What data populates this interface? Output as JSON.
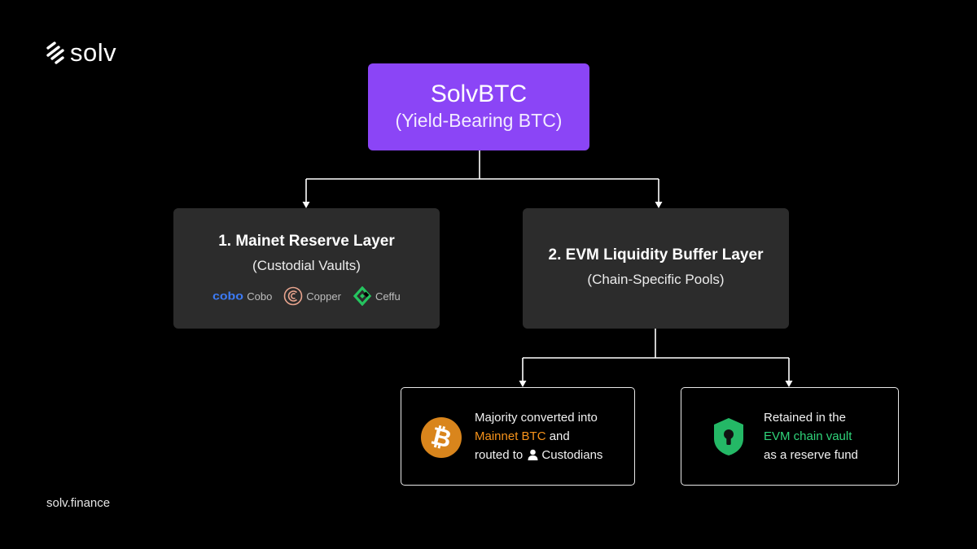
{
  "brand": {
    "logo_text": "solv",
    "footer_url": "solv.finance"
  },
  "top": {
    "title": "SolvBTC",
    "subtitle": "(Yield-Bearing BTC)"
  },
  "layers": [
    {
      "title": "1. Mainet Reserve Layer",
      "subtitle": "(Custodial Vaults)",
      "custodians": [
        {
          "wordmark": "cobo",
          "name": "Cobo",
          "icon": "cobo-logo",
          "color": "#3d7bf5"
        },
        {
          "name": "Copper",
          "icon": "copper-logo",
          "color": "#e8a48e"
        },
        {
          "name": "Ceffu",
          "icon": "ceffu-logo",
          "color": "#25c45f"
        }
      ]
    },
    {
      "title": "2. EVM Liquidity Buffer Layer",
      "subtitle": "(Chain-Specific Pools)"
    }
  ],
  "details": [
    {
      "icon": "bitcoin-icon",
      "line1": "Majority converted into",
      "highlight": "Mainnet BTC",
      "after_highlight": " and",
      "line3_prefix": "routed to",
      "line3_icon": "person-icon",
      "line3_suffix": "Custodians",
      "highlight_color": "#f7931a"
    },
    {
      "icon": "shield-keyhole-icon",
      "line1": "Retained in the",
      "highlight": "EVM chain vault",
      "line3": "as a reserve fund",
      "highlight_color": "#2fd47a"
    }
  ],
  "colors": {
    "accent": "#8b45f6",
    "box": "#2c2c2c",
    "background": "#000000"
  }
}
